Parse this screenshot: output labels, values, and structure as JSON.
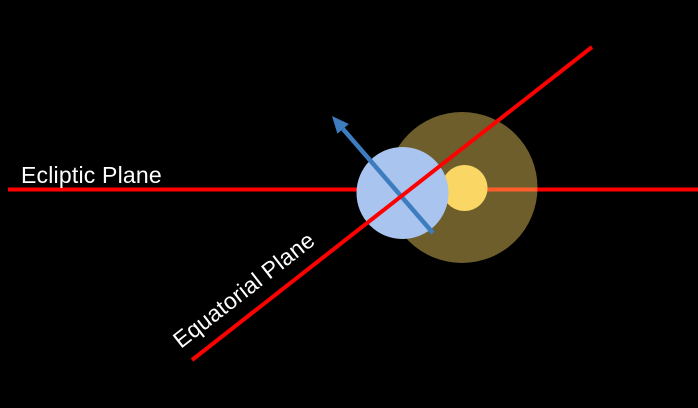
{
  "diagram": {
    "description": "Astronomy diagram of the ecliptic and equatorial planes with Earth, its tilted rotation axis, and the Sun with a glowing halo on a black background",
    "labels": {
      "ecliptic": "Ecliptic Plane",
      "equatorial": "Equatorial Plane"
    },
    "colors": {
      "background": "#000000",
      "plane_line": "#FF0000",
      "sun_halo_fill": "#FFD966",
      "sun_fill": "#FAD664",
      "earth_fill": "#A9C5EF",
      "axis_arrow": "#3E7CC0",
      "label_text": "#FFFFFF"
    },
    "shapes": {
      "ecliptic_plane_line": "horizontal red line",
      "equatorial_plane_line": "diagonal red line tilted about 38 degrees",
      "sun_halo": "large translucent gold circle",
      "sun": "small opaque gold circle",
      "earth": "light blue circle",
      "earth_axis_arrow": "blue arrow through Earth pointing up-left"
    }
  }
}
